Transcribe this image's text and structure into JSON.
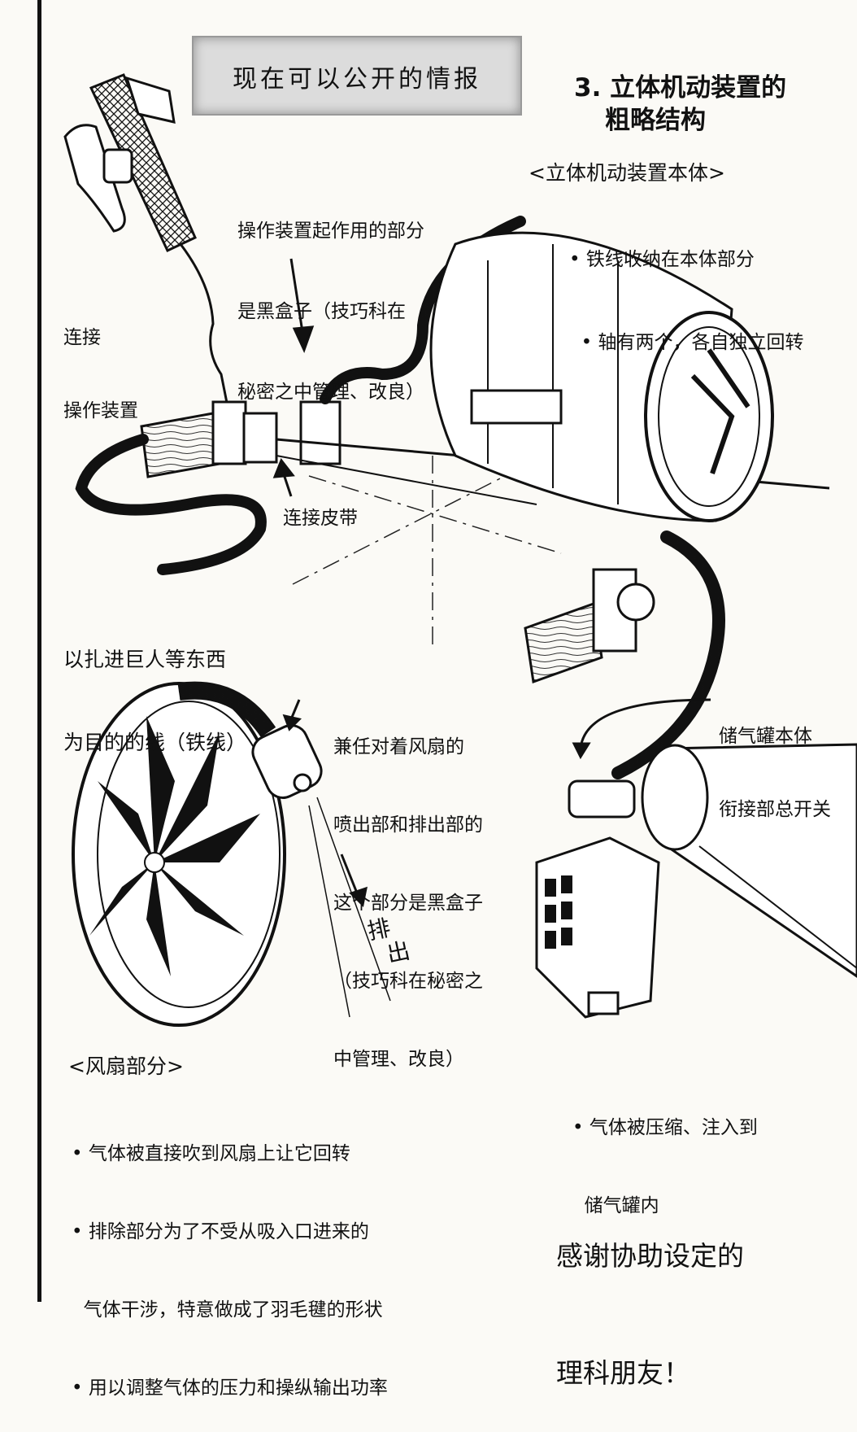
{
  "header": {
    "banner": "现在可以公开的情报",
    "section_line1": "3. 立体机动装置的",
    "section_line2": "粗略结构"
  },
  "labels": {
    "blackbox_note": [
      "操作装置起作用的部分",
      "是黑盒子（技巧科在",
      "秘密之中管理、改良）"
    ],
    "connect_device": [
      "连接",
      "操作装置"
    ],
    "belt": "连接皮带",
    "wire": [
      "以扎进巨人等东西",
      "为目的的线（铁线）"
    ],
    "body_title": "<立体机动装置本体>",
    "body_points": [
      "• 铁线收纳在本体部分",
      "  • 轴有两个，各自独立回转"
    ],
    "nozzle_note": [
      "兼任对着风扇的",
      "喷出部和排出部的",
      "这个部分是黑盒子",
      "（技巧科在秘密之",
      "中管理、改良）"
    ],
    "tank_switch": [
      "储气罐本体",
      "衔接部总开关"
    ],
    "exhaust": [
      "排",
      "出"
    ],
    "fan_title": "<风扇部分>",
    "fan_points": [
      "• 气体被直接吹到风扇上让它回转",
      "• 排除部分为了不受从吸入口进来的",
      "  气体干涉，特意做成了羽毛毽的形状",
      "• 用以调整气体的压力和操纵输出功率"
    ],
    "gas_points": [
      "• 气体被压缩、注入到",
      "  储气罐内"
    ],
    "thanks": [
      "感谢协助设定的",
      "理科朋友！"
    ]
  },
  "icons": {
    "handle": "grip-handle-drawing",
    "reel": "wire-reel-drawing",
    "fan": "fan-drawing",
    "tank": "gas-tank-drawing"
  }
}
